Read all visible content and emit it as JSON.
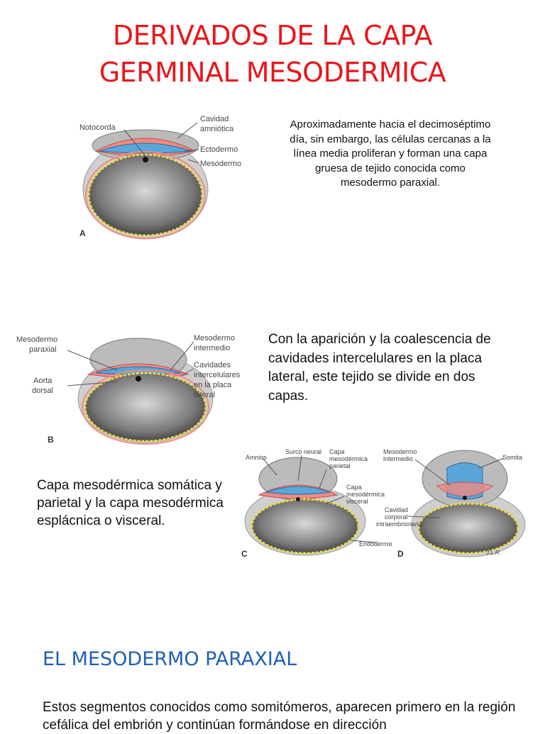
{
  "title_line1": "DERIVADOS DE LA CAPA",
  "title_line2": "GERMINAL MESODERMICA",
  "figA": {
    "letter": "A",
    "labels": {
      "notocorda": "Notocorda",
      "cavidad1": "Cavidad",
      "cavidad2": "amniótica",
      "ectodermo": "Ectodermo",
      "mesodermo": "Mesodermo"
    }
  },
  "text1": "Aproximadamente hacia el decimoséptimo día, sin embargo, las células cercanas a la línea media proliferan y forman una capa gruesa de tejido conocida como mesodermo paraxial.",
  "figB": {
    "letter": "B",
    "labels": {
      "mesodermo_paraxial_1": "Mesodermo",
      "mesodermo_paraxial_2": "paraxial",
      "aorta_1": "Aorta",
      "aorta_2": "dorsal",
      "mesodermo_intermedio_1": "Mesodermo",
      "mesodermo_intermedio_2": "intermedio",
      "cavidades_1": "Cavidades",
      "cavidades_2": "intercelulares",
      "cavidades_3": "en la placa",
      "cavidades_4": "lateral"
    }
  },
  "text2": "Con la aparición y la coalescencia de cavidades intercelulares en la placa lateral, este tejido se divide en dos capas.",
  "figCD": {
    "letter_c": "C",
    "letter_d": "D",
    "labels": {
      "amnios": "Amnios",
      "surco": "Surco neural",
      "capa_par_1": "Capa",
      "capa_par_2": "mesodérmica",
      "capa_par_3": "parietal",
      "capa_vis_1": "Capa",
      "capa_vis_2": "mesodérmica",
      "capa_vis_3": "visceral",
      "endodermo": "Endodermo",
      "meso_int_1": "Mesodermo",
      "meso_int_2": "intermedio",
      "somita": "Somita",
      "cav_corp_1": "Cavidad",
      "cav_corp_2": "corporal",
      "cav_corp_3": "intraembrionaria",
      "signature": "J.L.R."
    }
  },
  "text3": "Capa mesodérmica somática y parietal y la capa mesodérmica esplácnica o visceral.",
  "heading2": "EL MESODERMO PARAXIAL",
  "text4": "Estos segmentos conocidos como somitómeros, aparecen primero en la región cefálica del embrión y continúan formándose en dirección",
  "colors": {
    "title": "#e8161b",
    "heading": "#1f5fb5",
    "mesoderm": "#f08a84",
    "ectoderm": "#5aa6d8",
    "endoderm": "#e8d84a"
  }
}
